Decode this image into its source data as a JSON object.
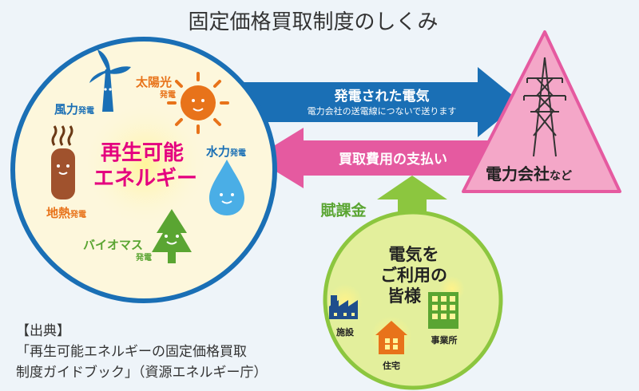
{
  "title": "固定価格買取制度のしくみ",
  "colors": {
    "background": "#eef4f9",
    "renewable_circle": "#fdf7dc",
    "renewable_border": "#1a6fb5",
    "renewable_label": "#e4007f",
    "power_arrow": "#1a6fb5",
    "payment_arrow": "#e55aa0",
    "surcharge_arrow": "#8cc63f",
    "utility_triangle": "#f4a7c8",
    "consumer_circle": "#e3ef9c",
    "orange_label": "#e8731a",
    "wind_label": "#1a6fb5",
    "biomass_label": "#5aa532"
  },
  "renewable": {
    "label_line1": "再生可能",
    "label_line2": "エネルギー",
    "wind": {
      "name": "風力",
      "suffix": "発電",
      "icon": "wind-turbine-icon"
    },
    "solar": {
      "name": "太陽光",
      "suffix": "発電",
      "icon": "sun-icon"
    },
    "geothermal": {
      "name": "地熱",
      "suffix": "発電",
      "icon": "geothermal-icon"
    },
    "hydro": {
      "name": "水力",
      "suffix": "発電",
      "icon": "water-drop-icon"
    },
    "biomass": {
      "name": "バイオマス",
      "suffix": "発電",
      "icon": "tree-icon"
    }
  },
  "power_flow": {
    "label": "発電された電気",
    "sublabel": "電力会社の送電線につないで送ります"
  },
  "payment_flow": {
    "label": "買取費用の支払い"
  },
  "utility": {
    "name": "電力会社",
    "suffix": "など",
    "icon": "transmission-tower-icon"
  },
  "surcharge": {
    "label": "賦課金"
  },
  "consumers": {
    "label_line1": "電気を",
    "label_line2": "ご利用の",
    "label_line3": "皆様",
    "factory": "施設",
    "house": "住宅",
    "office": "事業所"
  },
  "source": {
    "heading": "【出典】",
    "line1": "「再生可能エネルギーの固定価格買取",
    "line2": "制度ガイドブック」（資源エネルギー庁）"
  }
}
